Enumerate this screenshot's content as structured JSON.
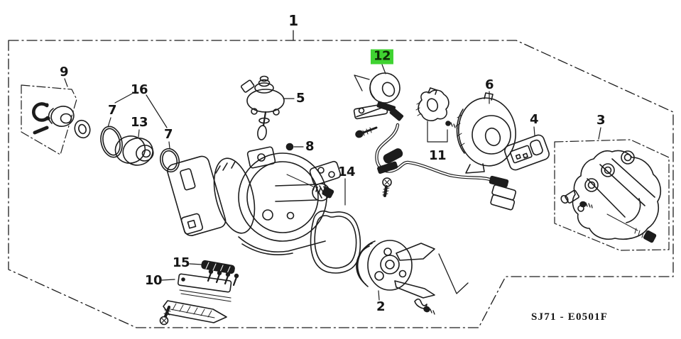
{
  "diagram": {
    "code": "SJ71 - E0501F",
    "highlight_color": "#3fd331",
    "line_color": "#1c1c1c",
    "background": "#ffffff",
    "description": "Exploded parts diagram of a distributor assembly"
  },
  "callouts": [
    {
      "label": "1",
      "highlighted": false
    },
    {
      "label": "2",
      "highlighted": false
    },
    {
      "label": "3",
      "highlighted": false
    },
    {
      "label": "4",
      "highlighted": false
    },
    {
      "label": "5",
      "highlighted": false
    },
    {
      "label": "6",
      "highlighted": false
    },
    {
      "label": "7",
      "highlighted": false
    },
    {
      "label": "7",
      "highlighted": false
    },
    {
      "label": "8",
      "highlighted": false
    },
    {
      "label": "9",
      "highlighted": false
    },
    {
      "label": "10",
      "highlighted": false
    },
    {
      "label": "11",
      "highlighted": false
    },
    {
      "label": "12",
      "highlighted": true
    },
    {
      "label": "13",
      "highlighted": false
    },
    {
      "label": "14",
      "highlighted": false
    },
    {
      "label": "15",
      "highlighted": false
    },
    {
      "label": "16",
      "highlighted": false
    }
  ]
}
